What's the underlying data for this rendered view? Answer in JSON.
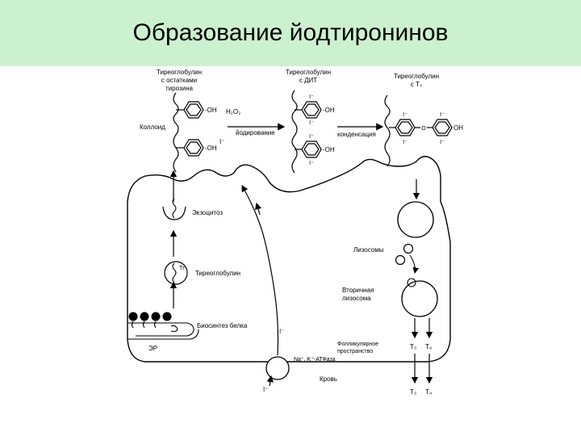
{
  "title": "Образование йодтиронинов",
  "labels": {
    "tg_residues": [
      "Тиреоглобулин",
      "с остатками",
      "тирозина"
    ],
    "tg_dit": [
      "Тиреоглобулин",
      "с ДИТ"
    ],
    "tg_t4": [
      "Тиреоглобулин",
      "с Т₄"
    ],
    "colloid": "Коллоид",
    "h2o2": "H₂O₂",
    "iodination": "йодирование",
    "condensation": "конденсация",
    "iodide": "I⁻",
    "oh": "-OH",
    "oh2": "OH",
    "o_link": "O",
    "exocytosis": "Экзоцитоз",
    "thyroglobulin": "Тиреоглобулин",
    "tg_abbr": "Тг",
    "protein_synthesis": "Биосинтез белка",
    "er": "ЭР",
    "lysosomes": "Лизосомы",
    "secondary_lysosome": [
      "Вторичная",
      "лизосома"
    ],
    "follicular_space": [
      "Фолликулярное",
      "пространство"
    ],
    "na_k_atpase": "Na⁺, K⁺-АТФаза",
    "blood": "Кровь",
    "t3": "Т₃",
    "t4": "Т₄"
  },
  "colors": {
    "title_bg": "#ccf1cf",
    "stroke": "#000000"
  }
}
